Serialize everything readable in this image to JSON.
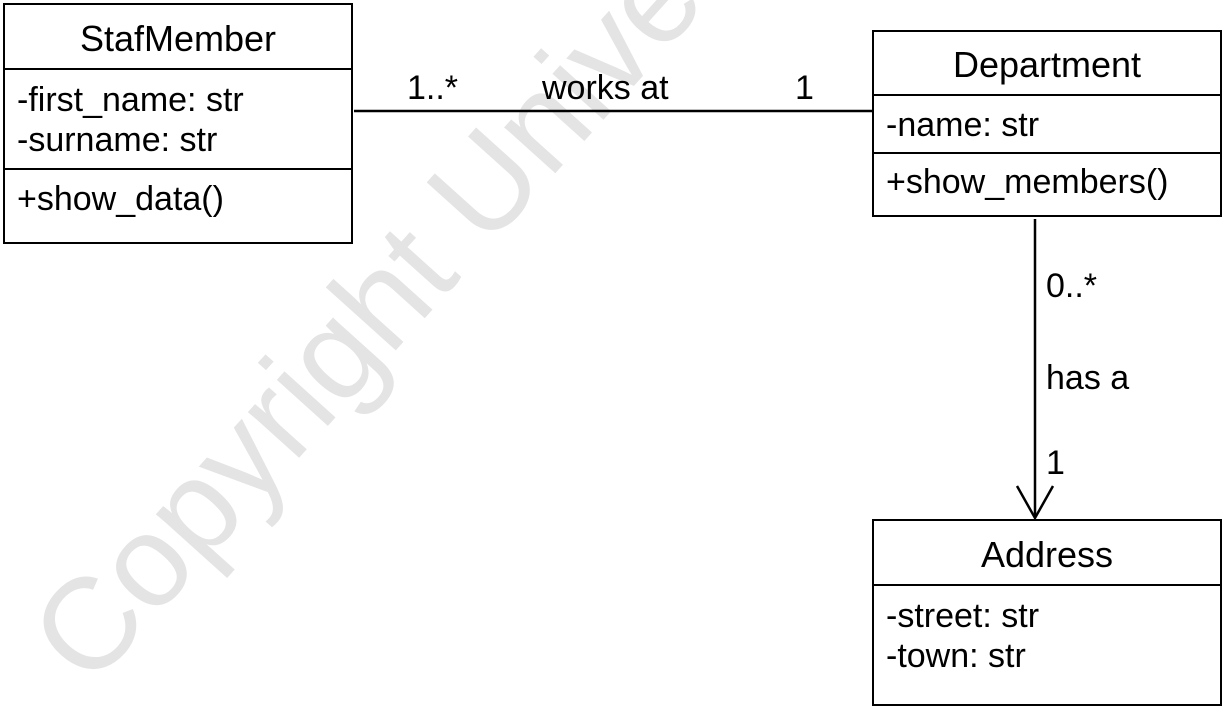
{
  "watermark": "Copyright University of",
  "classes": {
    "staf_member": {
      "name": "StafMember",
      "attributes": [
        "-first_name: str",
        "-surname: str"
      ],
      "operations": [
        "+show_data()"
      ]
    },
    "department": {
      "name": "Department",
      "attributes": [
        "-name: str"
      ],
      "operations": [
        "+show_members()"
      ]
    },
    "address": {
      "name": "Address",
      "attributes": [
        "-street: str",
        "-town: str"
      ],
      "operations": []
    }
  },
  "associations": {
    "works_at": {
      "label": "works at",
      "source_multiplicity": "1..*",
      "target_multiplicity": "1"
    },
    "has_a": {
      "label": "has a",
      "source_multiplicity": "0..*",
      "target_multiplicity": "1"
    }
  },
  "colors": {
    "line": "#000000",
    "watermark": "#e4e4e4"
  }
}
